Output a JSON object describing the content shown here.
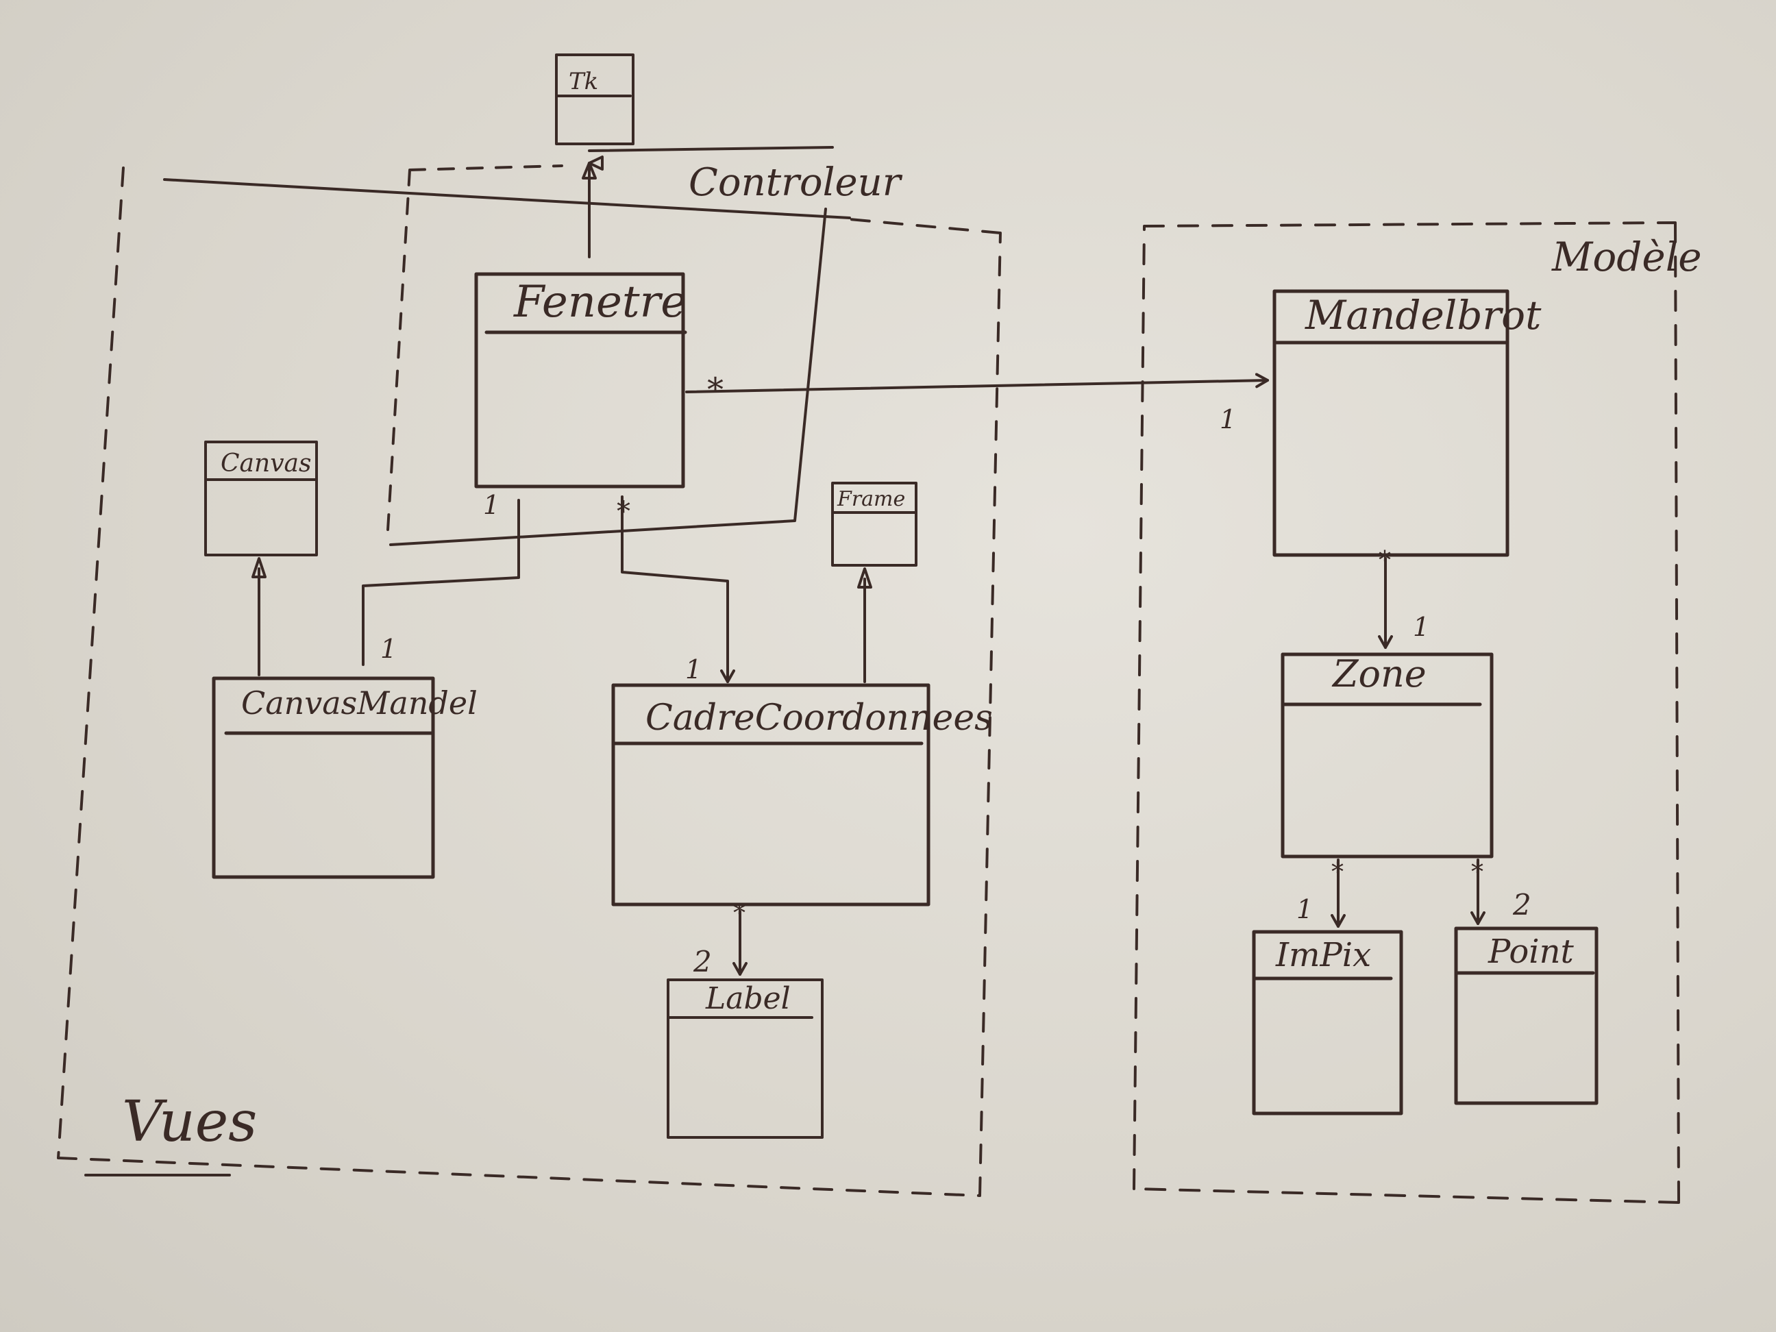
{
  "packages": {
    "vues": "Vues",
    "controleur": "Controleur",
    "modele": "Modèle"
  },
  "classes": {
    "tk": "Tk",
    "fenetre": "Fenetre",
    "canvas": "Canvas",
    "frame": "Frame",
    "canvas_mandel": "CanvasMandel",
    "cadre_coordonnees": "CadreCoordonnees",
    "label": "Label",
    "mandelbrot": "Mandelbrot",
    "zone": "Zone",
    "im_pix": "ImPix",
    "point": "Point"
  },
  "multiplicities": {
    "fenetre_canvasmandel_src": "1",
    "fenetre_canvasmandel_dst": "1",
    "fenetre_cadre_src": "*",
    "fenetre_cadre_dst": "1",
    "fenetre_mandelbrot_src": "*",
    "fenetre_mandelbrot_dst": "1",
    "cadre_label_src": "*",
    "cadre_label_dst": "2",
    "mandelbrot_zone_src": "*",
    "mandelbrot_zone_dst": "1",
    "zone_impix_src": "*",
    "zone_impix_dst": "1",
    "zone_point_src": "*",
    "zone_point_dst": "2"
  },
  "colors": {
    "ink": "#3a2a26",
    "paper": "#e2dfd8"
  }
}
